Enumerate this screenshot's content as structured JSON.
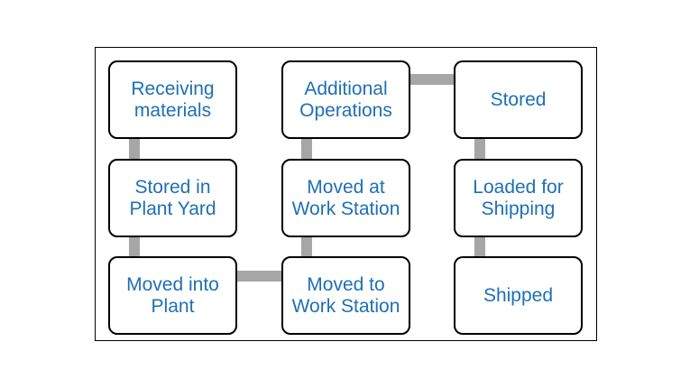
{
  "diagram": {
    "accent_color": "#1f6fb5",
    "connector_color": "#a6a6a6",
    "nodes": [
      {
        "id": "receiving-materials",
        "label": "Receiving\nmaterials"
      },
      {
        "id": "stored-in-plant-yard",
        "label": "Stored in\nPlant Yard"
      },
      {
        "id": "moved-into-plant",
        "label": "Moved into\nPlant"
      },
      {
        "id": "moved-to-work-station",
        "label": "Moved to\nWork Station"
      },
      {
        "id": "moved-at-work-station",
        "label": "Moved at\nWork Station"
      },
      {
        "id": "additional-operations",
        "label": "Additional\nOperations"
      },
      {
        "id": "stored",
        "label": "Stored"
      },
      {
        "id": "loaded-for-shipping",
        "label": "Loaded for\nShipping"
      },
      {
        "id": "shipped",
        "label": "Shipped"
      }
    ],
    "edges": [
      {
        "from": "receiving-materials",
        "to": "stored-in-plant-yard"
      },
      {
        "from": "stored-in-plant-yard",
        "to": "moved-into-plant"
      },
      {
        "from": "moved-into-plant",
        "to": "moved-to-work-station"
      },
      {
        "from": "moved-to-work-station",
        "to": "moved-at-work-station"
      },
      {
        "from": "moved-at-work-station",
        "to": "additional-operations"
      },
      {
        "from": "additional-operations",
        "to": "stored"
      },
      {
        "from": "stored",
        "to": "loaded-for-shipping"
      },
      {
        "from": "loaded-for-shipping",
        "to": "shipped"
      }
    ]
  }
}
